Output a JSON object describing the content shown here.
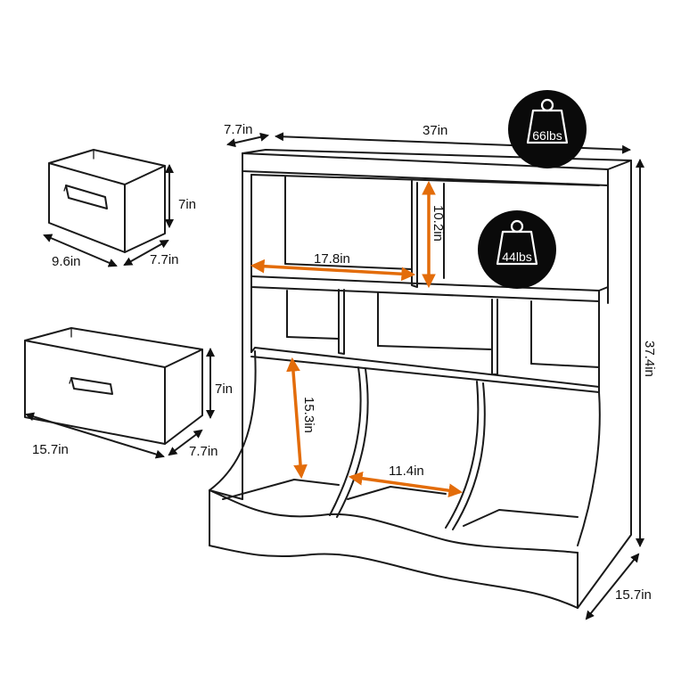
{
  "colors": {
    "line": "#1a1a1a",
    "accent": "#e36c0a",
    "badge": "#0a0a0a",
    "badge_text": "#ffffff"
  },
  "bin_small": {
    "height": "7in",
    "width": "9.6in",
    "depth": "7.7in"
  },
  "bin_large": {
    "height": "7in",
    "width": "15.7in",
    "depth": "7.7in"
  },
  "shelf": {
    "depth_top": "7.7in",
    "width": "37in",
    "height": "37.4in",
    "depth_base": "15.7in",
    "top_cube_width": "17.8in",
    "top_cube_height": "10.2in",
    "bin_slot_height": "15.3in",
    "bin_slot_width": "11.4in"
  },
  "badges": {
    "top_capacity": "66lbs",
    "shelf_capacity": "44lbs",
    "icon": "weight-icon"
  }
}
